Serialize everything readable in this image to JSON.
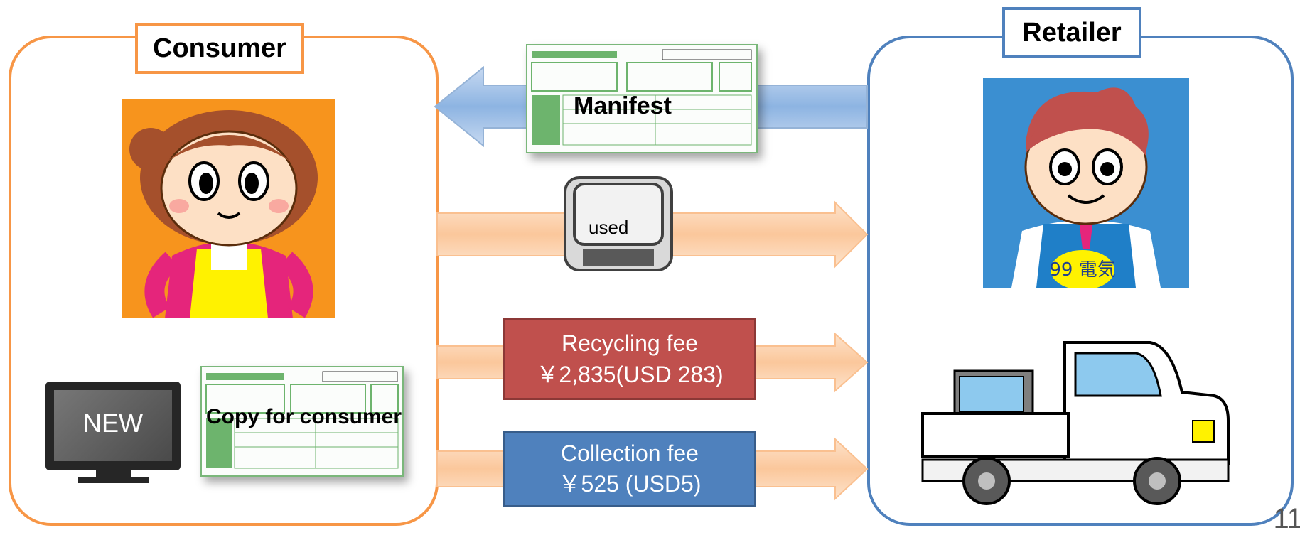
{
  "consumer": {
    "label": "Consumer"
  },
  "retailer": {
    "label": "Retailer",
    "apron_text": "99 電気"
  },
  "manifest": {
    "label": "Manifest"
  },
  "copy_for_consumer": {
    "label": "Copy for consumer"
  },
  "new_tv": {
    "label": "NEW"
  },
  "used_tv": {
    "label": "used"
  },
  "recycling_fee": {
    "line1": "Recycling fee",
    "line2": "￥2,835(USD 283)"
  },
  "collection_fee": {
    "line1": "Collection fee",
    "line2": "￥525 (USD5)"
  },
  "page_number": "11",
  "colors": {
    "consumer_orange": "#f79646",
    "retailer_blue": "#4f81bd",
    "recycling_red": "#c0504d",
    "collection_blue": "#4f81bd"
  }
}
